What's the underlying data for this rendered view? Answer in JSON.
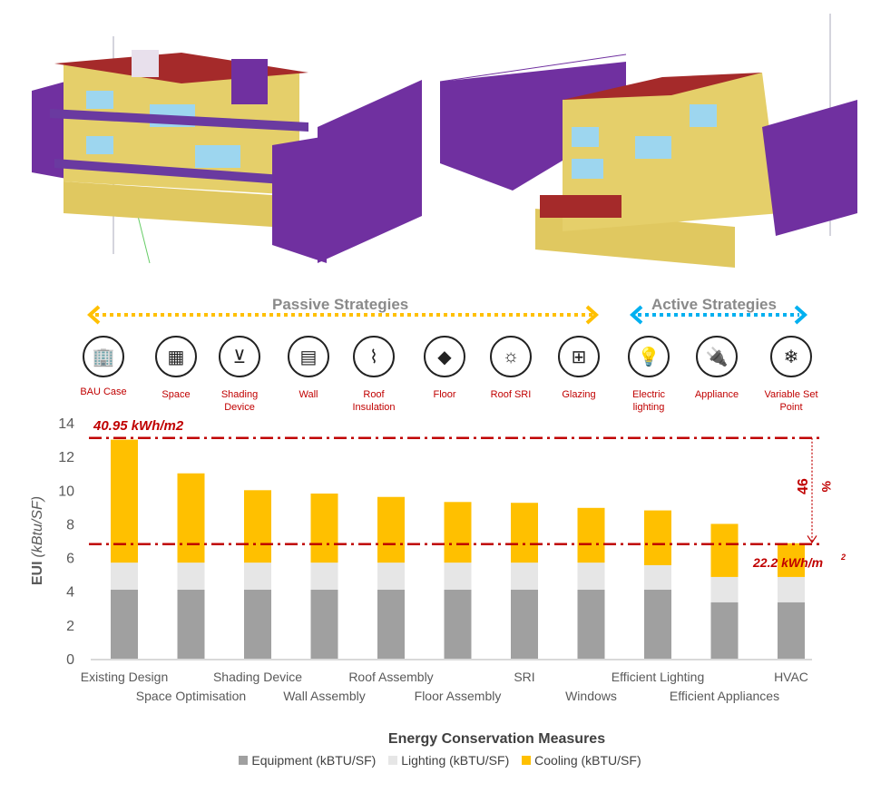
{
  "strategies": {
    "passive": "Passive Strategies",
    "active": "Active Strategies"
  },
  "icons": [
    {
      "label": "BAU Case",
      "icon": "building-icon",
      "glyph": "🏢"
    },
    {
      "label": "Space",
      "icon": "floor-plan-icon",
      "glyph": "▦"
    },
    {
      "label": "Shading Device",
      "icon": "shading-icon",
      "glyph": "⊻"
    },
    {
      "label": "Wall",
      "icon": "brick-wall-icon",
      "glyph": "▤"
    },
    {
      "label": "Roof Insulation",
      "icon": "insulation-icon",
      "glyph": "⌇"
    },
    {
      "label": "Floor",
      "icon": "floor-tiles-icon",
      "glyph": "◆"
    },
    {
      "label": "Roof SRI",
      "icon": "sun-house-icon",
      "glyph": "☼"
    },
    {
      "label": "Glazing",
      "icon": "window-icon",
      "glyph": "⊞"
    },
    {
      "label": "Electric lighting",
      "icon": "light-bulb-icon",
      "glyph": "💡"
    },
    {
      "label": "Appliance",
      "icon": "plug-icon",
      "glyph": "🔌"
    },
    {
      "label": "Variable Set Point",
      "icon": "snowflake-icon",
      "glyph": "❄"
    }
  ],
  "annotations": {
    "baseline": "40.95 kWh/m2",
    "final": "22.2 kWh/m",
    "final_sup": "2",
    "reduction": "46",
    "reduction_unit": "%"
  },
  "colors": {
    "equipment": "#a0a0a0",
    "lighting": "#e6e6e6",
    "cooling": "#ffc000",
    "ref": "#c00000",
    "passive": "#ffc000",
    "active": "#00b0f0"
  },
  "chart_data": {
    "type": "bar",
    "stacked": true,
    "title": "",
    "xlabel": "Energy Conservation Measures",
    "ylabel": "EUI",
    "ylabel_unit": "(kBtu/SF)",
    "ylim": [
      0,
      14
    ],
    "yticks": [
      0,
      2,
      4,
      6,
      8,
      10,
      12,
      14
    ],
    "categories": [
      "Existing Design",
      "Space Optimisation",
      "Shading Device",
      "Wall Assembly",
      "Roof Assembly",
      "Floor Assembly",
      "SRI",
      "Windows",
      "Efficient Lighting",
      "Efficient Appliances",
      "HVAC"
    ],
    "series": [
      {
        "name": "Equipment (kBTU/SF)",
        "values": [
          4.1,
          4.1,
          4.1,
          4.1,
          4.1,
          4.1,
          4.1,
          4.1,
          4.1,
          3.35,
          3.35
        ]
      },
      {
        "name": "Lighting (kBTU/SF)",
        "values": [
          1.6,
          1.6,
          1.6,
          1.6,
          1.6,
          1.6,
          1.6,
          1.6,
          1.45,
          1.5,
          1.5
        ]
      },
      {
        "name": "Cooling (kBTU/SF)",
        "values": [
          7.3,
          5.3,
          4.3,
          4.1,
          3.9,
          3.6,
          3.55,
          3.25,
          3.25,
          3.15,
          2.0
        ]
      }
    ],
    "reference_lines": [
      13.1,
      6.8
    ],
    "legend": "bottom"
  }
}
